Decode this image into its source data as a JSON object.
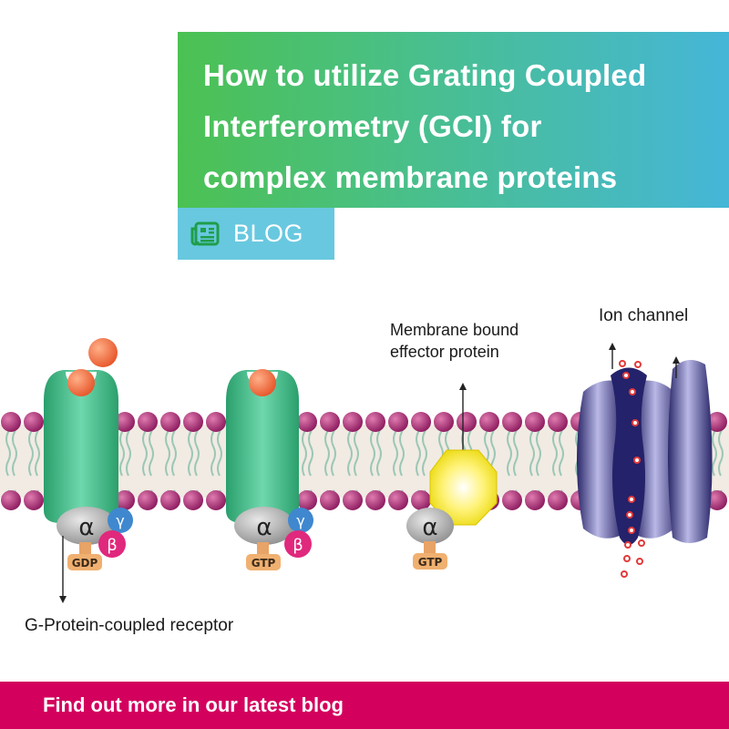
{
  "header": {
    "title_lines": [
      "How to utilize Grating Coupled",
      "Interferometry (GCI) for",
      "complex membrane proteins"
    ],
    "tag_label": "BLOG",
    "tag_icon": "newspaper-icon"
  },
  "diagram": {
    "labels": {
      "gpcr": "G-Protein-coupled receptor",
      "effector": "Membrane bound\neffector protein",
      "channel": "Ion channel"
    },
    "protein_letters": {
      "alpha": "α",
      "beta": "β",
      "gamma": "γ",
      "gdp": "GDP",
      "gtp": "GTP"
    }
  },
  "footer": {
    "link_label": "Find out more in our latest blog"
  },
  "colors": {
    "gradient_start": "#4cc152",
    "gradient_end": "#45b6d8",
    "tag_bg": "#68c8df",
    "footer_bg": "#d3005d",
    "membrane_head": "#a3286f",
    "receptor": "#3fbf8c",
    "channel": "#2e2a70",
    "effector": "#f2e400"
  }
}
